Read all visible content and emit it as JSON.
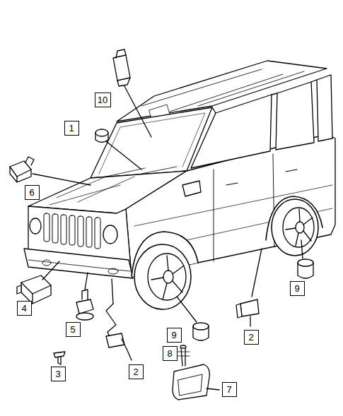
{
  "diagram": {
    "nodes": [
      {
        "text": [
          "10"
        ]
      },
      {
        "text": [
          "1"
        ]
      },
      {
        "text": [
          "6"
        ]
      },
      {
        "text": [
          "4"
        ]
      },
      {
        "text": [
          "9"
        ]
      },
      {
        "text": [
          "2"
        ]
      },
      {
        "text": [
          "5"
        ]
      },
      {
        "text": [
          "9"
        ]
      },
      {
        "text": [
          "8"
        ]
      },
      {
        "text": [
          "3"
        ]
      },
      {
        "text": [
          "2"
        ]
      },
      {
        "text": [
          "7"
        ]
      }
    ]
  }
}
